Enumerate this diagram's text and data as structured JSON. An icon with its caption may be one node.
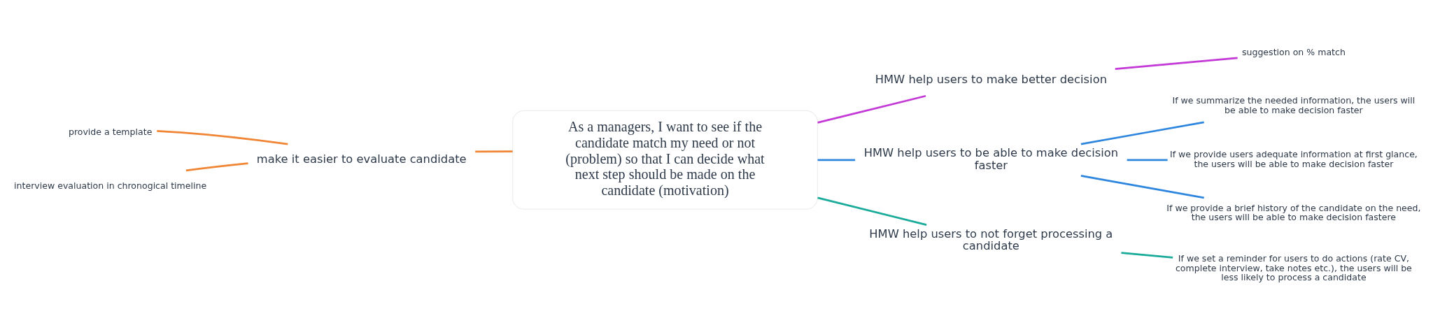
{
  "diagram": {
    "nodes": [
      {
        "text": [
          " As a managers, I want to see if the candidate match my need or not (problem) so that I can decide what next step should be made on the candidate (motivation)"
        ]
      },
      {
        "text": [
          "make it easier to evaluate candidate"
        ]
      },
      {
        "text": [
          "provide a template"
        ]
      },
      {
        "text": [
          "interview evaluation in chronogical timeline"
        ]
      },
      {
        "text": [
          "HMW help users to make better decision"
        ]
      },
      {
        "text": [
          "suggestion on % match"
        ]
      },
      {
        "text": [
          "HMW help users to be able to make decision faster"
        ]
      },
      {
        "text": [
          "If we summarize the needed information, the users will be able to make decision faster"
        ]
      },
      {
        "text": [
          "If we provide users adequate information at first glance, the users will be able to make decision faster"
        ]
      },
      {
        "text": [
          "If we provide a brief history of the candidate on the need, the users will be able to make decision fastere"
        ]
      },
      {
        "text": [
          "HMW help users to not forget processing a candidate"
        ]
      },
      {
        "text": [
          "If we set a reminder for users to do actions (rate CV, complete interview, take notes etc.), the users will be less likely to process a candidate"
        ]
      }
    ],
    "edges": [
      {
        "from": 0,
        "to": 1,
        "arrow": "none",
        "color": "#ef8535"
      },
      {
        "from": 1,
        "to": 2,
        "arrow": "none",
        "color": "#ef8535"
      },
      {
        "from": 1,
        "to": 3,
        "arrow": "none",
        "color": "#ef8535"
      },
      {
        "from": 0,
        "to": 4,
        "arrow": "none",
        "color": "#c33ad6"
      },
      {
        "from": 4,
        "to": 5,
        "arrow": "none",
        "color": "#c33ad6"
      },
      {
        "from": 0,
        "to": 6,
        "arrow": "none",
        "color": "#2f86de"
      },
      {
        "from": 6,
        "to": 7,
        "arrow": "none",
        "color": "#2f86de"
      },
      {
        "from": 6,
        "to": 8,
        "arrow": "none",
        "color": "#2f86de"
      },
      {
        "from": 6,
        "to": 9,
        "arrow": "none",
        "color": "#2f86de"
      },
      {
        "from": 0,
        "to": 10,
        "arrow": "none",
        "color": "#1aab9b"
      },
      {
        "from": 10,
        "to": 11,
        "arrow": "none",
        "color": "#1aab9b"
      }
    ]
  }
}
